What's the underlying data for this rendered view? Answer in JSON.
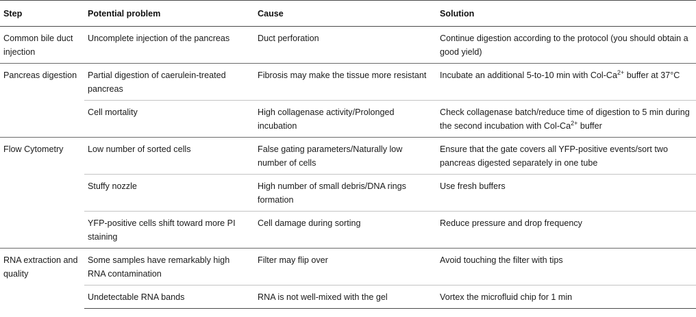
{
  "headers": {
    "step": "Step",
    "problem": "Potential problem",
    "cause": "Cause",
    "solution": "Solution"
  },
  "groups": [
    {
      "step": "Common bile duct injection",
      "rows": [
        {
          "problem": "Uncomplete injection of the pancreas",
          "cause": "Duct perforation",
          "solution": "Continue digestion according to the protocol (you should obtain a good yield)"
        }
      ]
    },
    {
      "step": "Pancreas digestion",
      "rows": [
        {
          "problem": "Partial digestion of caerulein-treated pancreas",
          "cause": "Fibrosis may make the tissue more resistant",
          "solution_pre": "Incubate an additional 5-to-10 min with Col-Ca",
          "solution_sup": "2+",
          "solution_post": " buffer at 37°C"
        },
        {
          "problem": "Cell mortality",
          "cause": "High collagenase activity/Prolonged incubation",
          "solution_pre": "Check collagenase batch/reduce time of digestion to 5 min during the second incubation with Col-Ca",
          "solution_sup": "2+",
          "solution_post": " buffer"
        }
      ]
    },
    {
      "step": "Flow Cytometry",
      "rows": [
        {
          "problem": "Low number of sorted cells",
          "cause": "False gating parameters/Naturally low number of cells",
          "solution": "Ensure that the gate covers all YFP-positive events/sort two pancreas digested separately in one tube"
        },
        {
          "problem": "Stuffy nozzle",
          "cause": "High number of small debris/DNA rings formation",
          "solution": "Use fresh buffers"
        },
        {
          "problem": "YFP-positive cells shift toward more PI staining",
          "cause": "Cell damage during sorting",
          "solution": "Reduce pressure and drop frequency"
        }
      ]
    },
    {
      "step": "RNA extraction and quality",
      "rows": [
        {
          "problem": "Some samples have remarkably high RNA contamination",
          "cause": "Filter may flip over",
          "solution": "Avoid touching the filter with tips"
        },
        {
          "problem": "Undetectable RNA bands",
          "cause": "RNA is not well-mixed with the gel",
          "solution": "Vortex the microfluid chip for 1 min"
        }
      ]
    }
  ]
}
